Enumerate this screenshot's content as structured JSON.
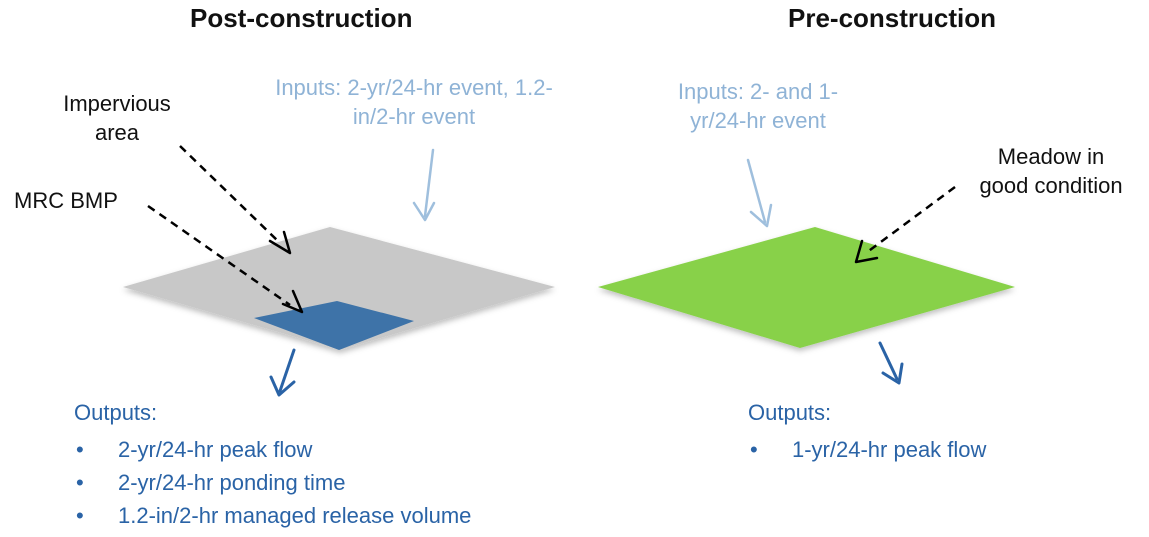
{
  "post": {
    "title": "Post-construction",
    "inputs_line1": "Inputs: 2-yr/24-hr event, 1.2-",
    "inputs_line2": "in/2-hr event",
    "impervious_line1": "Impervious",
    "impervious_line2": "area",
    "bmp_label": "MRC BMP",
    "outputs_heading": "Outputs:",
    "outputs": [
      "2-yr/24-hr peak flow",
      "2-yr/24-hr ponding time",
      "1.2-in/2-hr managed release volume"
    ]
  },
  "pre": {
    "title": "Pre-construction",
    "inputs_line1": "Inputs: 2- and 1-",
    "inputs_line2": "yr/24-hr event",
    "meadow_line1": "Meadow in",
    "meadow_line2": "good condition",
    "outputs_heading": "Outputs:",
    "outputs": [
      "1-yr/24-hr peak flow"
    ]
  },
  "colors": {
    "impervious_surface": "#c8c8c8",
    "bmp_area": "#3e73a8",
    "meadow_surface": "#88d14a",
    "input_text": "#8fb3d6",
    "output_text": "#2a63a6",
    "dark_text": "#111111"
  }
}
